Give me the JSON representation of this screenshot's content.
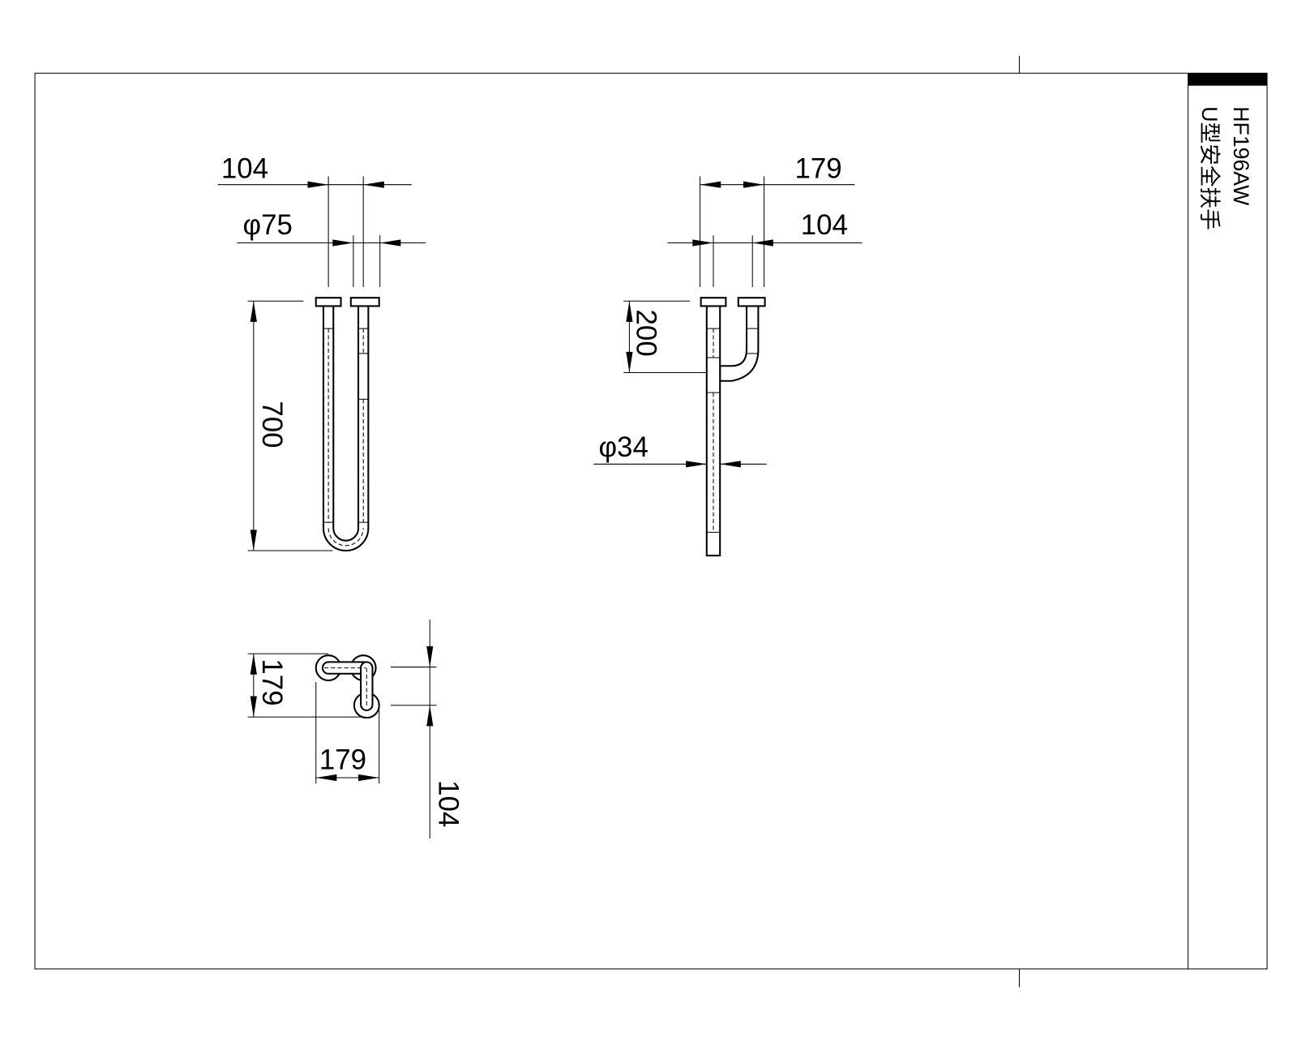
{
  "title_block": {
    "model": "HF196AW",
    "name": "U型安全扶手"
  },
  "front_view": {
    "width_dim": "104",
    "flange_dim": "φ75",
    "height_dim": "700"
  },
  "side_view": {
    "projection_dim": "179",
    "spacing_dim": "104",
    "offset_dim": "200",
    "tube_dim": "φ34"
  },
  "top_view": {
    "depth_dim": "179",
    "width_dim": "179",
    "spacing_dim": "104"
  }
}
